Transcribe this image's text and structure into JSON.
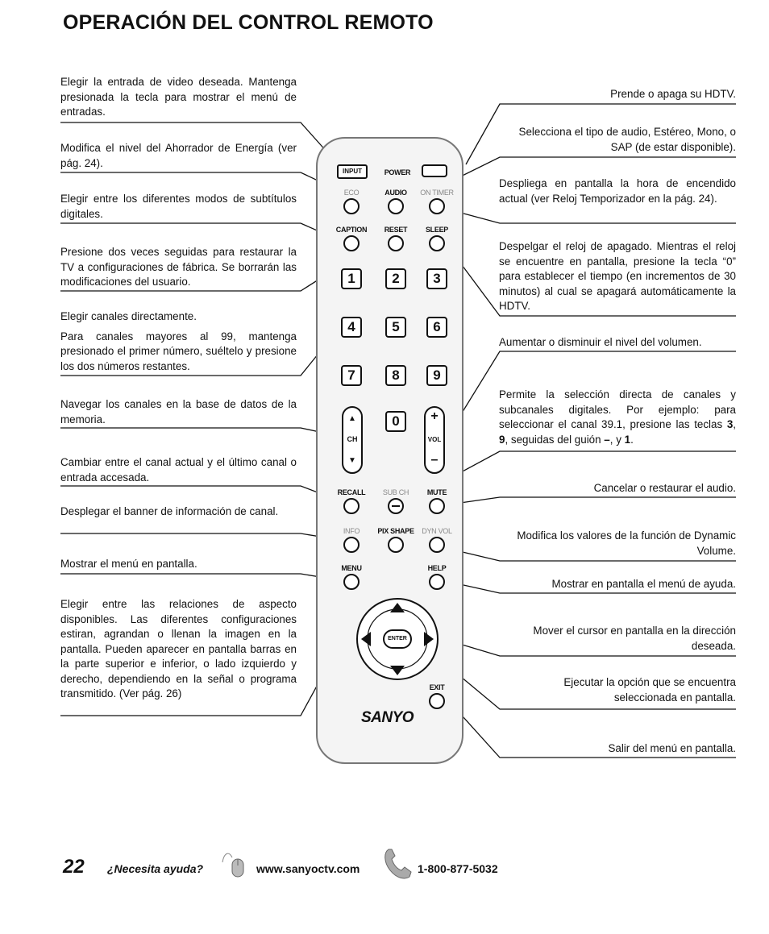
{
  "title": "OPERACIÓN DEL CONTROL REMOTO",
  "left_notes": [
    "Elegir la entrada de video deseada. Mantenga presionada la tecla para mostrar el menú de entradas.",
    "Modifica el nivel del Ahorrador de Energía (ver pág. 24).",
    "Elegir entre los diferentes modos de subtítulos digitales.",
    "Presione dos veces seguidas para restaurar la TV a configuraciones de fábrica. Se borrarán las modificaciones del usuario.",
    "Elegir canales directamente.",
    "Para canales mayores al 99, mantenga presionado el primer número, suéltelo y presione los dos números restantes.",
    "Navegar los canales en la base de datos de la memoria.",
    "Cambiar entre el canal actual y el último canal o entrada accesada.",
    "Desplegar el banner de información de canal.",
    "Mostrar el menú en pantalla.",
    "Elegir entre las relaciones de aspecto disponibles. Las diferentes configuraciones estiran, agrandan o llenan la imagen en la pantalla. Pueden aparecer en pantalla barras en la parte superior e inferior, o lado izquierdo y derecho, dependiendo en la señal o programa transmitido. (Ver pág. 26)"
  ],
  "right_notes": [
    "Prende o apaga su HDTV.",
    "Selecciona el tipo de audio, Estéreo, Mono, o SAP (de estar disponible).",
    "Despliega en pantalla la hora de encendido actual (ver Reloj Temporizador en la pág. 24).",
    "Despelgar el reloj de apagado. Mientras el reloj se encuentre en pantalla, presione la tecla “0” para establecer el tiempo (en incrementos de 30 minutos) al cual se apagará automáticamente la HDTV.",
    "Aumentar o disminuir el nivel del volumen.",
    "Permite la selección directa de canales y subcanales digitales. Por ejemplo: para seleccionar el canal 39.1, presione las teclas ",
    "Cancelar o restaurar el audio.",
    "Modifica los valores de la función de Dynamic Volume.",
    "Mostrar en pantalla el menú de ayuda.",
    "Mover el cursor en pantalla en la dirección deseada.",
    "Ejecutar la opción que se encuentra seleccionada en pantalla.",
    "Salir del menú en pantalla."
  ],
  "digits_note": {
    "k3": "3",
    "sep1": ", ",
    "k9": "9",
    "mid": ", seguidas del guión ",
    "dash": "–",
    "sep2": ", y ",
    "k1": "1",
    "end": "."
  },
  "remote": {
    "input": "INPUT",
    "power": "POWER",
    "eco": "ECO",
    "audio": "AUDIO",
    "ontimer": "ON TIMER",
    "caption": "CAPTION",
    "reset": "RESET",
    "sleep": "SLEEP",
    "digits": [
      "1",
      "2",
      "3",
      "4",
      "5",
      "6",
      "7",
      "8",
      "9",
      "0"
    ],
    "ch": "CH",
    "vol": "VOL",
    "plus": "+",
    "minus": "–",
    "recall": "RECALL",
    "subch": "SUB CH",
    "mute": "MUTE",
    "info": "INFO",
    "picshape": "PIX SHAPE",
    "dynvol": "DYN VOL",
    "menu": "MENU",
    "help": "HELP",
    "enter": "ENTER",
    "exit": "EXIT",
    "brand": "SANYO"
  },
  "footer": {
    "page": "22",
    "help": "¿Necesita ayuda?",
    "url": "www.sanyoctv.com",
    "phone": "1-800-877-5032"
  }
}
